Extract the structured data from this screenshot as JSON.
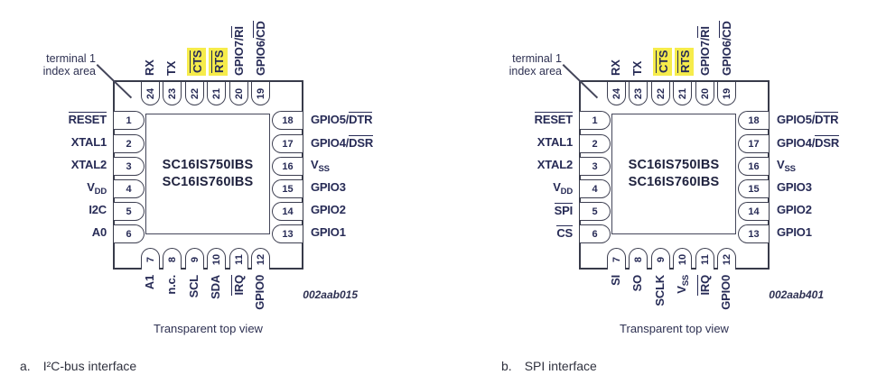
{
  "colors": {
    "ink": "#272b56",
    "line": "#3c3e50",
    "highlight": "#f6ec4b"
  },
  "common": {
    "index_area_label_line1": "terminal 1",
    "index_area_label_line2": "index area",
    "chip_line1": "SC16IS750IBS",
    "chip_line2": "SC16IS760IBS",
    "view_label": "Transparent top view"
  },
  "diagrams": [
    {
      "id": "a",
      "caption_letter": "a.",
      "caption_text": "I²C-bus interface",
      "fig_code": "002aab015",
      "pins": {
        "left": [
          {
            "num": "1",
            "segs": [
              [
                "RESET",
                "ov"
              ]
            ]
          },
          {
            "num": "2",
            "segs": [
              [
                "XTAL1",
                ""
              ]
            ]
          },
          {
            "num": "3",
            "segs": [
              [
                "XTAL2",
                ""
              ]
            ]
          },
          {
            "num": "4",
            "segs": [
              [
                "V",
                ""
              ],
              [
                "DD",
                "sub"
              ]
            ]
          },
          {
            "num": "5",
            "segs": [
              [
                "I2C",
                ""
              ]
            ]
          },
          {
            "num": "6",
            "segs": [
              [
                "A0",
                ""
              ]
            ]
          }
        ],
        "top": [
          {
            "num": "24",
            "segs": [
              [
                "RX",
                ""
              ]
            ]
          },
          {
            "num": "23",
            "segs": [
              [
                "TX",
                ""
              ]
            ]
          },
          {
            "num": "22",
            "segs": [
              [
                "CTS",
                "ov"
              ]
            ],
            "hl": true
          },
          {
            "num": "21",
            "segs": [
              [
                "RTS",
                "ov"
              ]
            ],
            "hl": true
          },
          {
            "num": "20",
            "segs": [
              [
                "GPIO7/",
                ""
              ],
              [
                "RI",
                "ov"
              ]
            ]
          },
          {
            "num": "19",
            "segs": [
              [
                "GPIO6/",
                ""
              ],
              [
                "CD",
                "ov"
              ]
            ]
          }
        ],
        "right": [
          {
            "num": "18",
            "segs": [
              [
                "GPIO5/",
                ""
              ],
              [
                "DTR",
                "ov"
              ]
            ]
          },
          {
            "num": "17",
            "segs": [
              [
                "GPIO4/",
                ""
              ],
              [
                "DSR",
                "ov"
              ]
            ]
          },
          {
            "num": "16",
            "segs": [
              [
                "V",
                ""
              ],
              [
                "SS",
                "sub"
              ]
            ]
          },
          {
            "num": "15",
            "segs": [
              [
                "GPIO3",
                ""
              ]
            ]
          },
          {
            "num": "14",
            "segs": [
              [
                "GPIO2",
                ""
              ]
            ]
          },
          {
            "num": "13",
            "segs": [
              [
                "GPIO1",
                ""
              ]
            ]
          }
        ],
        "bottom": [
          {
            "num": "7",
            "segs": [
              [
                "A1",
                ""
              ]
            ]
          },
          {
            "num": "8",
            "segs": [
              [
                "n.c.",
                ""
              ]
            ]
          },
          {
            "num": "9",
            "segs": [
              [
                "SCL",
                ""
              ]
            ]
          },
          {
            "num": "10",
            "segs": [
              [
                "SDA",
                ""
              ]
            ]
          },
          {
            "num": "11",
            "segs": [
              [
                "IRQ",
                "ov"
              ]
            ]
          },
          {
            "num": "12",
            "segs": [
              [
                "GPIO0",
                ""
              ]
            ]
          }
        ]
      }
    },
    {
      "id": "b",
      "caption_letter": "b.",
      "caption_text": "SPI interface",
      "fig_code": "002aab401",
      "pins": {
        "left": [
          {
            "num": "1",
            "segs": [
              [
                "RESET",
                "ov"
              ]
            ]
          },
          {
            "num": "2",
            "segs": [
              [
                "XTAL1",
                ""
              ]
            ]
          },
          {
            "num": "3",
            "segs": [
              [
                "XTAL2",
                ""
              ]
            ]
          },
          {
            "num": "4",
            "segs": [
              [
                "V",
                ""
              ],
              [
                "DD",
                "sub"
              ]
            ]
          },
          {
            "num": "5",
            "segs": [
              [
                "SPI",
                "ov"
              ]
            ]
          },
          {
            "num": "6",
            "segs": [
              [
                "CS",
                "ov"
              ]
            ]
          }
        ],
        "top": [
          {
            "num": "24",
            "segs": [
              [
                "RX",
                ""
              ]
            ]
          },
          {
            "num": "23",
            "segs": [
              [
                "TX",
                ""
              ]
            ]
          },
          {
            "num": "22",
            "segs": [
              [
                "CTS",
                "ov"
              ]
            ],
            "hl": true
          },
          {
            "num": "21",
            "segs": [
              [
                "RTS",
                "ov"
              ]
            ],
            "hl": true
          },
          {
            "num": "20",
            "segs": [
              [
                "GPIO7/",
                ""
              ],
              [
                "RI",
                "ov"
              ]
            ]
          },
          {
            "num": "19",
            "segs": [
              [
                "GPIO6/",
                ""
              ],
              [
                "CD",
                "ov"
              ]
            ]
          }
        ],
        "right": [
          {
            "num": "18",
            "segs": [
              [
                "GPIO5/",
                ""
              ],
              [
                "DTR",
                "ov"
              ]
            ]
          },
          {
            "num": "17",
            "segs": [
              [
                "GPIO4/",
                ""
              ],
              [
                "DSR",
                "ov"
              ]
            ]
          },
          {
            "num": "16",
            "segs": [
              [
                "V",
                ""
              ],
              [
                "SS",
                "sub"
              ]
            ]
          },
          {
            "num": "15",
            "segs": [
              [
                "GPIO3",
                ""
              ]
            ]
          },
          {
            "num": "14",
            "segs": [
              [
                "GPIO2",
                ""
              ]
            ]
          },
          {
            "num": "13",
            "segs": [
              [
                "GPIO1",
                ""
              ]
            ]
          }
        ],
        "bottom": [
          {
            "num": "7",
            "segs": [
              [
                "SI",
                ""
              ]
            ]
          },
          {
            "num": "8",
            "segs": [
              [
                "SO",
                ""
              ]
            ]
          },
          {
            "num": "9",
            "segs": [
              [
                "SCLK",
                ""
              ]
            ]
          },
          {
            "num": "10",
            "segs": [
              [
                "V",
                ""
              ],
              [
                "SS",
                "sub"
              ]
            ]
          },
          {
            "num": "11",
            "segs": [
              [
                "IRQ",
                "ov"
              ]
            ]
          },
          {
            "num": "12",
            "segs": [
              [
                "GPIO0",
                ""
              ]
            ]
          }
        ]
      }
    }
  ]
}
